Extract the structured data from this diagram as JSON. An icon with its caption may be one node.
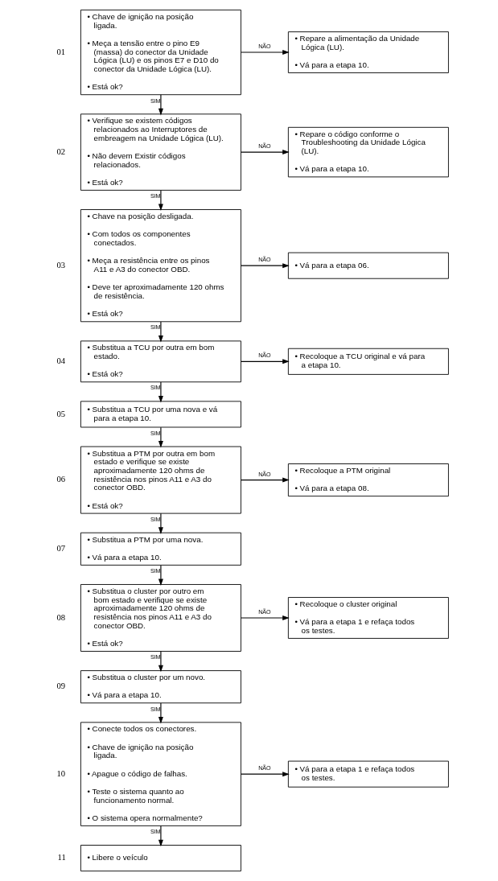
{
  "diagram": {
    "nodes": [
      {
        "text": [
          "• Chave de ignição na posição ligada.",
          "• Meça a tensão entre o pino E9 (massa) do conector da Unidade Lógica (LU) e os pinos E7 e D10 do conector da Unidade Lógica (LU).",
          "• Está ok?"
        ],
        "beside": [
          "01"
        ]
      },
      {
        "text": [
          "• Repare a alimentação da Unidade Lógica (LU).",
          "• Vá para a etapa 10."
        ]
      },
      {
        "text": [
          "• Verifique se existem códigos relacionados ao Interruptores de embreagem na Unidade Lógica (LU).",
          "• Não devem Existir códigos relacionados.",
          "• Está ok?"
        ],
        "beside": [
          "02"
        ]
      },
      {
        "text": [
          "• Repare o código conforme o Troubleshooting da Unidade Lógica (LU).",
          "• Vá para a etapa 10."
        ]
      },
      {
        "text": [
          "• Chave na posição desligada.",
          "• Com todos os componentes conectados.",
          "• Meça a resistência entre os pinos A11 e A3 do conector OBD.",
          "• Deve ter aproximadamente 120 ohms de resistência.",
          "• Está ok?"
        ],
        "beside": [
          "03"
        ]
      },
      {
        "text": [
          "• Vá para a etapa 06."
        ]
      },
      {
        "text": [
          "• Substitua a TCU por outra em bom estado.",
          "• Está ok?"
        ],
        "beside": [
          "04"
        ]
      },
      {
        "text": [
          "• Recoloque a TCU original e vá para a etapa 10."
        ]
      },
      {
        "text": [
          "• Substitua a TCU por uma nova e vá para a etapa 10."
        ],
        "beside": [
          "05"
        ]
      },
      {
        "text": [
          "• Substitua a PTM por outra em bom estado e verifique se existe aproximadamente 120 ohms de resistência nos pinos A11 e A3 do conector OBD.",
          "• Está ok?"
        ],
        "beside": [
          "06"
        ]
      },
      {
        "text": [
          "• Recoloque a PTM original",
          "• Vá para a etapa 08."
        ]
      },
      {
        "text": [
          "• Substitua a PTM por uma nova.",
          "• Vá para a etapa 10."
        ],
        "beside": [
          "07"
        ]
      },
      {
        "text": [
          "• Substitua o cluster por outro em bom estado e verifique se existe aproximadamente 120 ohms de resistência nos pinos A11 e A3 do conector OBD.",
          "• Está ok?"
        ],
        "beside": [
          "08"
        ]
      },
      {
        "text": [
          "• Recoloque o cluster original",
          "• Vá para a etapa 1 e refaça todos os testes."
        ]
      },
      {
        "text": [
          "• Substitua o cluster por um novo.",
          "• Vá para a etapa 10."
        ],
        "beside": [
          "09"
        ]
      },
      {
        "text": [
          "• Conecte todos os conectores.",
          "• Chave de ignição na posição ligada.",
          "• Apague o código de falhas.",
          "• Teste o sistema quanto ao funcionamento normal.",
          "• O sistema opera normalmente?"
        ],
        "beside": [
          "10"
        ]
      },
      {
        "text": [
          "• Vá para a etapa 1 e refaça todos os testes."
        ]
      },
      {
        "text": [
          "• Libere o veículo"
        ],
        "beside": [
          "11"
        ]
      }
    ],
    "edges": [
      {
        "from": 0,
        "to": 1,
        "arrow": "to",
        "label": "NÃO"
      },
      {
        "from": 0,
        "to": 2,
        "arrow": "to",
        "label": "SIM"
      },
      {
        "from": 2,
        "to": 3,
        "arrow": "to",
        "label": "NÃO"
      },
      {
        "from": 2,
        "to": 4,
        "arrow": "to",
        "label": "SIM"
      },
      {
        "from": 4,
        "to": 5,
        "arrow": "to",
        "label": "NÃO"
      },
      {
        "from": 4,
        "to": 6,
        "arrow": "to",
        "label": "SIM"
      },
      {
        "from": 6,
        "to": 7,
        "arrow": "to",
        "label": "NÃO"
      },
      {
        "from": 6,
        "to": 8,
        "arrow": "to",
        "label": "SIM"
      },
      {
        "from": 8,
        "to": 9,
        "arrow": "to",
        "label": "SIM"
      },
      {
        "from": 9,
        "to": 10,
        "arrow": "to",
        "label": "NÃO"
      },
      {
        "from": 9,
        "to": 11,
        "arrow": "to",
        "label": "SIM"
      },
      {
        "from": 11,
        "to": 12,
        "arrow": "to",
        "label": "SIM"
      },
      {
        "from": 12,
        "to": 13,
        "arrow": "to",
        "label": "NÃO"
      },
      {
        "from": 12,
        "to": 14,
        "arrow": "to",
        "label": "SIM"
      },
      {
        "from": 14,
        "to": 15,
        "arrow": "to",
        "label": "SIM"
      },
      {
        "from": 15,
        "to": 16,
        "arrow": "to",
        "label": "NÃO"
      },
      {
        "from": 15,
        "to": 17,
        "arrow": "to",
        "label": "SIM"
      }
    ]
  }
}
